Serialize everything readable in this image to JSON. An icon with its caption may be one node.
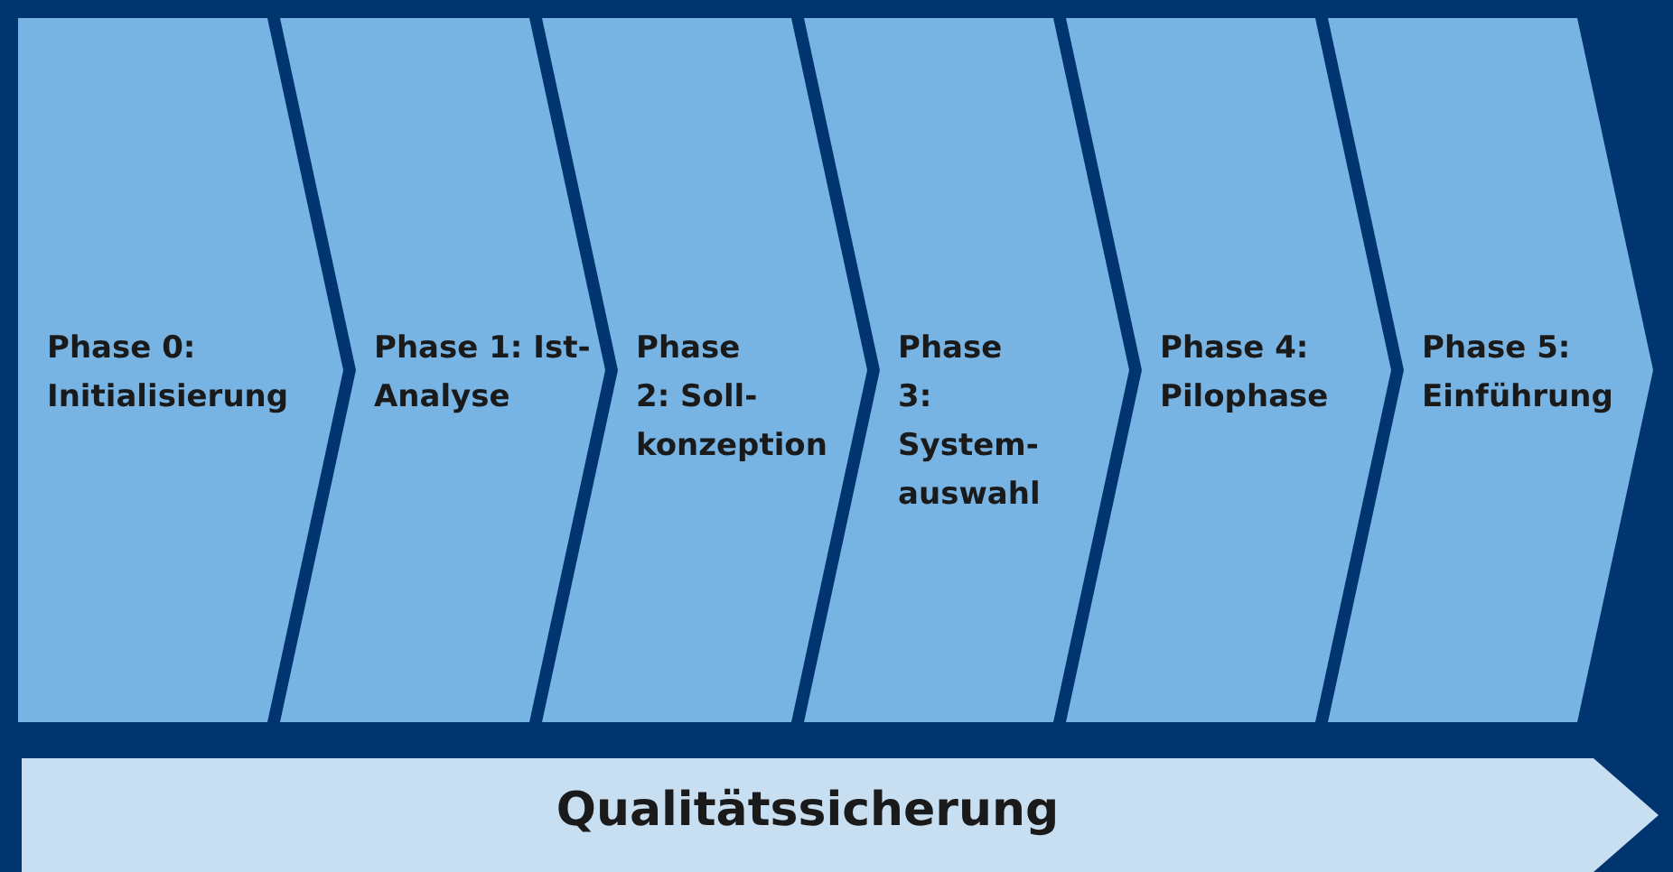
{
  "diagram": {
    "nodes": [
      {
        "text": [
          "Phase 0: Initialisierung"
        ]
      },
      {
        "text": [
          "Phase 1: Ist-Analyse"
        ]
      },
      {
        "text": [
          "Phase 2: Soll-konzeption"
        ]
      },
      {
        "text": [
          "Phase 3: System-auswahl"
        ]
      },
      {
        "text": [
          "Phase 4: Pilophase"
        ]
      },
      {
        "text": [
          "Phase 5: Einführung"
        ]
      },
      {
        "text": [
          "Qualitätssicherung"
        ]
      }
    ]
  }
}
